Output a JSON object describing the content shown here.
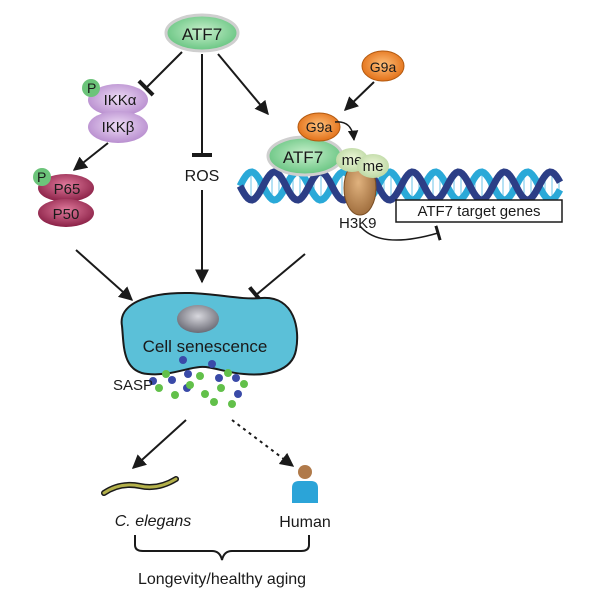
{
  "labels": {
    "atf7_top": "ATF7",
    "ikk_alpha": "IKKα",
    "ikk_beta": "IKKβ",
    "phospho_ikk": "P",
    "phospho_p65": "P",
    "p65": "P65",
    "p50": "P50",
    "ros": "ROS",
    "g9a_top": "G9a",
    "g9a_dna": "G9a",
    "atf7_dna": "ATF7",
    "me1": "me",
    "me2": "me",
    "h3k9": "H3K9",
    "target_genes": "ATF7 target genes",
    "cell_senescence": "Cell senescence",
    "sasp": "SASP",
    "c_elegans": "C. elegans",
    "human": "Human",
    "longevity": "Longevity/healthy aging"
  },
  "colors": {
    "atf7": "#8fd49a",
    "g9a": "#f0822a",
    "ikk": "#c9a6dc",
    "nfkb": "#a8385e",
    "phospho": "#6cc47a",
    "cell": "#5bc0d8",
    "nucleus": "#8a8a94",
    "dna_dark": "#2c3e86",
    "dna_light": "#2aa9d8",
    "histone": "#c28a55",
    "sasp_blue": "#3a4aa8",
    "sasp_green": "#62c04a",
    "human": "#2ba4d8",
    "human_head": "#b07a4a",
    "worm": "#a0a040"
  }
}
